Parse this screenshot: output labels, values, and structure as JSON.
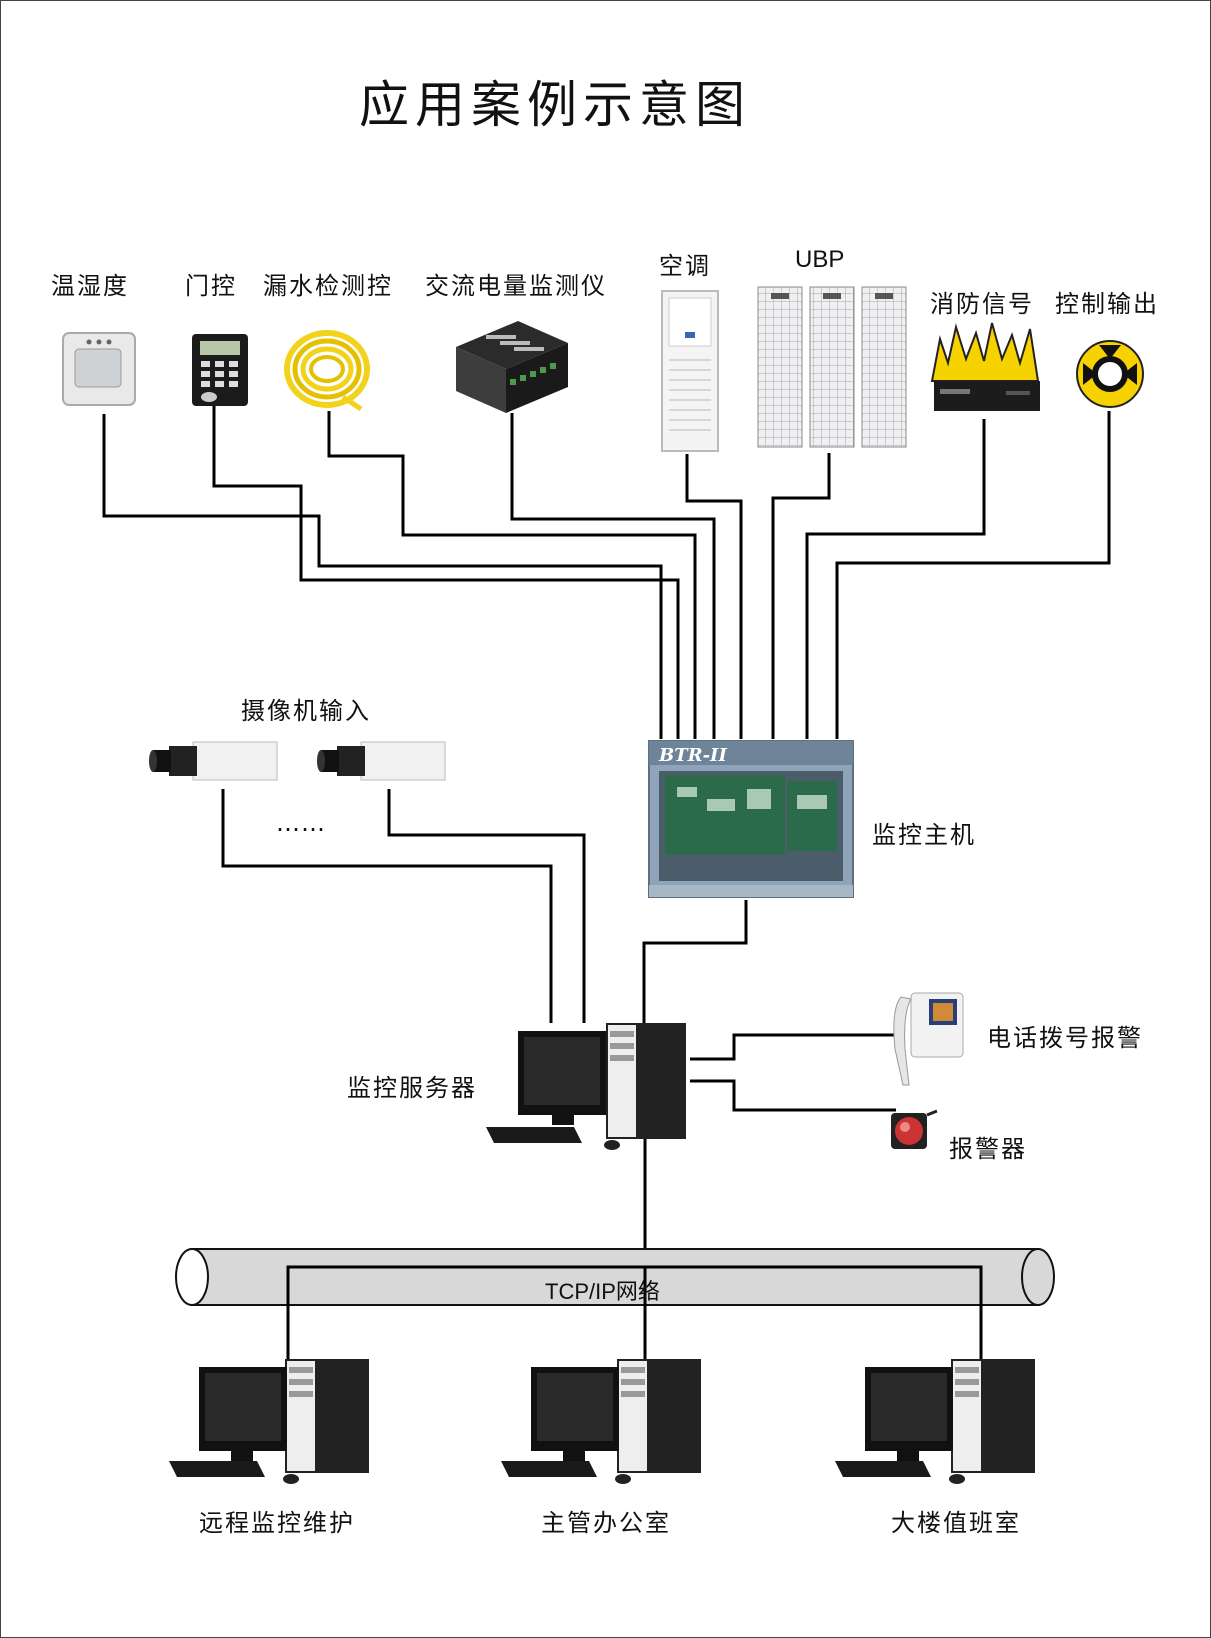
{
  "title": "应用案例示意图",
  "sensors": {
    "temp_humidity": "温湿度",
    "door": "门控",
    "water_leak": "漏水检测控",
    "ac_power": "交流电量监测仪",
    "air_conditioner": "空调",
    "ups": "UBP",
    "fire_signal": "消防信号",
    "control_output": "控制输出"
  },
  "camera_input": "摄像机输入",
  "camera_ellipsis": "……",
  "host": {
    "badge": "BTR-II",
    "label": "监控主机"
  },
  "server_label": "监控服务器",
  "phone_alarm": "电话拨号报警",
  "alarm": "报警器",
  "network_label": "TCP/IP网络",
  "clients": {
    "remote": "远程监控维护",
    "supervisor": "主管办公室",
    "duty_room": "大楼值班室"
  },
  "colors": {
    "wire": "#000000",
    "pipe": "#d8d8d8",
    "cabinet": "#8fa4b8",
    "fire": "#f5d200",
    "cable": "#f2d21a"
  }
}
